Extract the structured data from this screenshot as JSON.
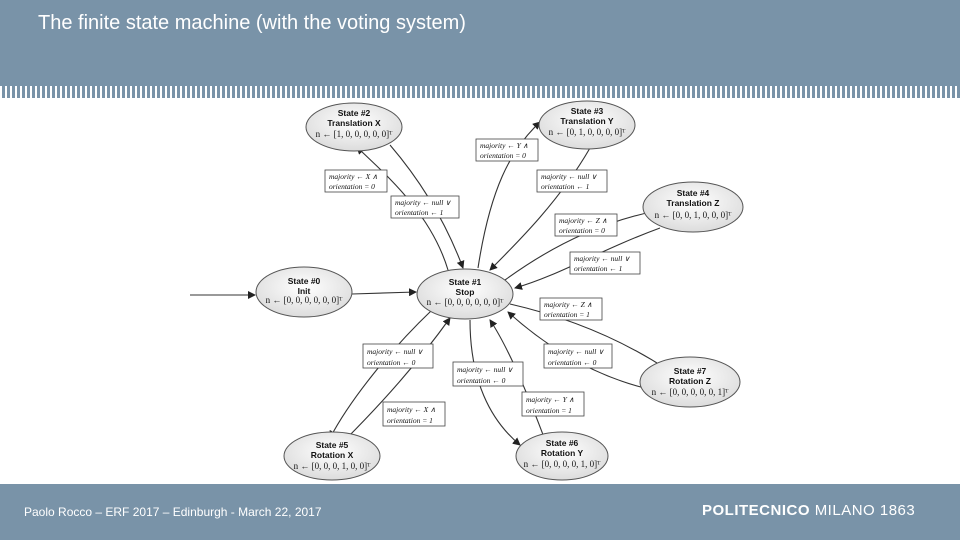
{
  "slide": {
    "title": "The finite state machine (with the voting system)"
  },
  "footer": {
    "text": "Paolo Rocco – ERF 2017 – Edinburgh -   March 22, 2017",
    "logo_bold": "POLITECNICO",
    "logo_rest": "MILANO 1863"
  },
  "diagram": {
    "states": {
      "s2": {
        "name": "State #2",
        "label": "Translation X",
        "formula": "n ← [1, 0, 0, 0, 0, 0]ᵀ"
      },
      "s3": {
        "name": "State #3",
        "label": "Translation Y",
        "formula": "n ← [0, 1, 0, 0, 0, 0]ᵀ"
      },
      "s4": {
        "name": "State #4",
        "label": "Translation Z",
        "formula": "n ← [0, 0, 1, 0, 0, 0]ᵀ"
      },
      "s0": {
        "name": "State #0",
        "label": "Init",
        "formula": "n ← [0, 0, 0, 0, 0, 0]ᵀ"
      },
      "s1": {
        "name": "State #1",
        "label": "Stop",
        "formula": "n ← [0, 0, 0, 0, 0, 0]ᵀ"
      },
      "s7": {
        "name": "State #7",
        "label": "Rotation Z",
        "formula": "n ← [0, 0, 0, 0, 0, 1]ᵀ"
      },
      "s5": {
        "name": "State #5",
        "label": "Rotation X",
        "formula": "n ← [0, 0, 0, 1, 0, 0]ᵀ"
      },
      "s6": {
        "name": "State #6",
        "label": "Rotation Y",
        "formula": "n ← [0, 0, 0, 0, 1, 0]ᵀ"
      }
    },
    "conditions": {
      "c_y_top": {
        "l1": "majority ← Y ∧",
        "l2": "orientation = 0"
      },
      "c_x_in": {
        "l1": "majority ← X ∧",
        "l2": "orientation = 0"
      },
      "c_null_3": {
        "l1": "majority ← null ∨",
        "l2": "orientation ← 1"
      },
      "c_null_2": {
        "l1": "majority ← null ∨",
        "l2": "orientation ← 1"
      },
      "c_z_in": {
        "l1": "majority ← Z ∧",
        "l2": "orientation = 0"
      },
      "c_null_4": {
        "l1": "majority ← null ∨",
        "l2": "orientation ← 1"
      },
      "c_z_rot": {
        "l1": "majority ← Z ∧",
        "l2": "orientation = 1"
      },
      "c_null_5": {
        "l1": "majority ← null ∨",
        "l2": "orientation ← 0"
      },
      "c_null_6": {
        "l1": "majority ← null ∨",
        "l2": "orientation ← 0"
      },
      "c_null_7": {
        "l1": "majority ← null ∨",
        "l2": "orientation ← 0"
      },
      "c_x_rot": {
        "l1": "majority ← X ∧",
        "l2": "orientation = 1"
      },
      "c_y_rot": {
        "l1": "majority ← Y ∧",
        "l2": "orientation = 1"
      }
    }
  }
}
